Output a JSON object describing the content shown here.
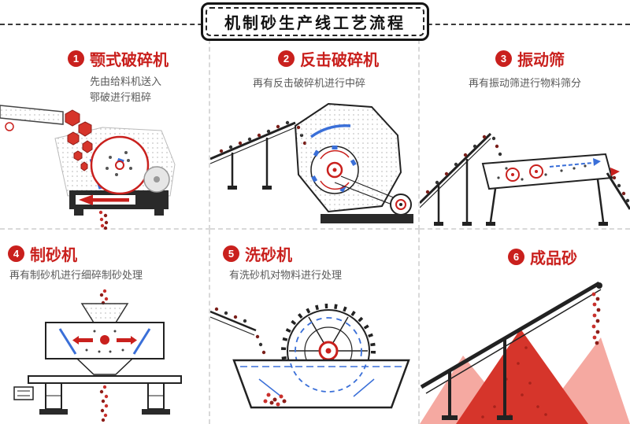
{
  "header": {
    "title": "机制砂生产线工艺流程"
  },
  "steps": [
    {
      "num": "1",
      "title": "颚式破碎机",
      "desc": "先由给料机送入鄂破进行粗碎"
    },
    {
      "num": "2",
      "title": "反击破碎机",
      "desc": "再有反击破碎机进行中碎"
    },
    {
      "num": "3",
      "title": "振动筛",
      "desc": "再有振动筛进行物料筛分"
    },
    {
      "num": "4",
      "title": "制砂机",
      "desc": "再有制砂机进行细碎制砂处理"
    },
    {
      "num": "5",
      "title": "洗砂机",
      "desc": "有洗砂机对物料进行处理"
    },
    {
      "num": "6",
      "title": "成品砂",
      "desc": ""
    }
  ],
  "colors": {
    "accent_red": "#c9201d",
    "rock_red": "#d6352b",
    "dark_red": "#8c1d18",
    "blue": "#3a6fd8",
    "desc_gray": "#5a5a5a",
    "divider_gray": "#d9d9d9",
    "pile_pink": "#f5a9a1"
  },
  "illustrations": [
    "jaw-crusher",
    "impact-crusher",
    "vibrating-screen",
    "sand-making-machine",
    "sand-washing-machine",
    "finished-sand-piles"
  ]
}
